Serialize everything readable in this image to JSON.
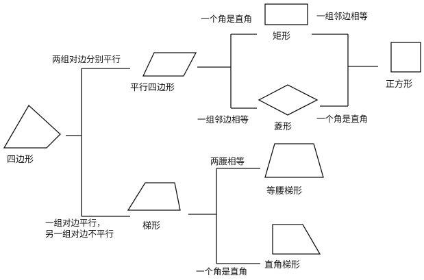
{
  "shapes": {
    "quadrilateral": "四边形",
    "parallelogram": "平行四边形",
    "trapezoid": "梯形",
    "rectangle": "矩形",
    "rhombus": "菱形",
    "square": "正方形",
    "isosceles_trapezoid": "等腰梯形",
    "right_trapezoid": "直角梯形"
  },
  "conditions": {
    "two_pairs_parallel": "两组对边分别平行",
    "one_pair_parallel_line1": "一组对边平行，",
    "one_pair_parallel_line2": "另一组对边不平行",
    "rect_one_right_angle": "一个角是直角",
    "rhombus_adjacent_equal": "一组邻边相等",
    "rect_to_square_adjacent_equal": "一组邻边相等",
    "rhombus_to_square_right_angle": "一个角是直角",
    "legs_equal": "两腰相等",
    "trap_one_right_angle": "一个角是直角"
  }
}
